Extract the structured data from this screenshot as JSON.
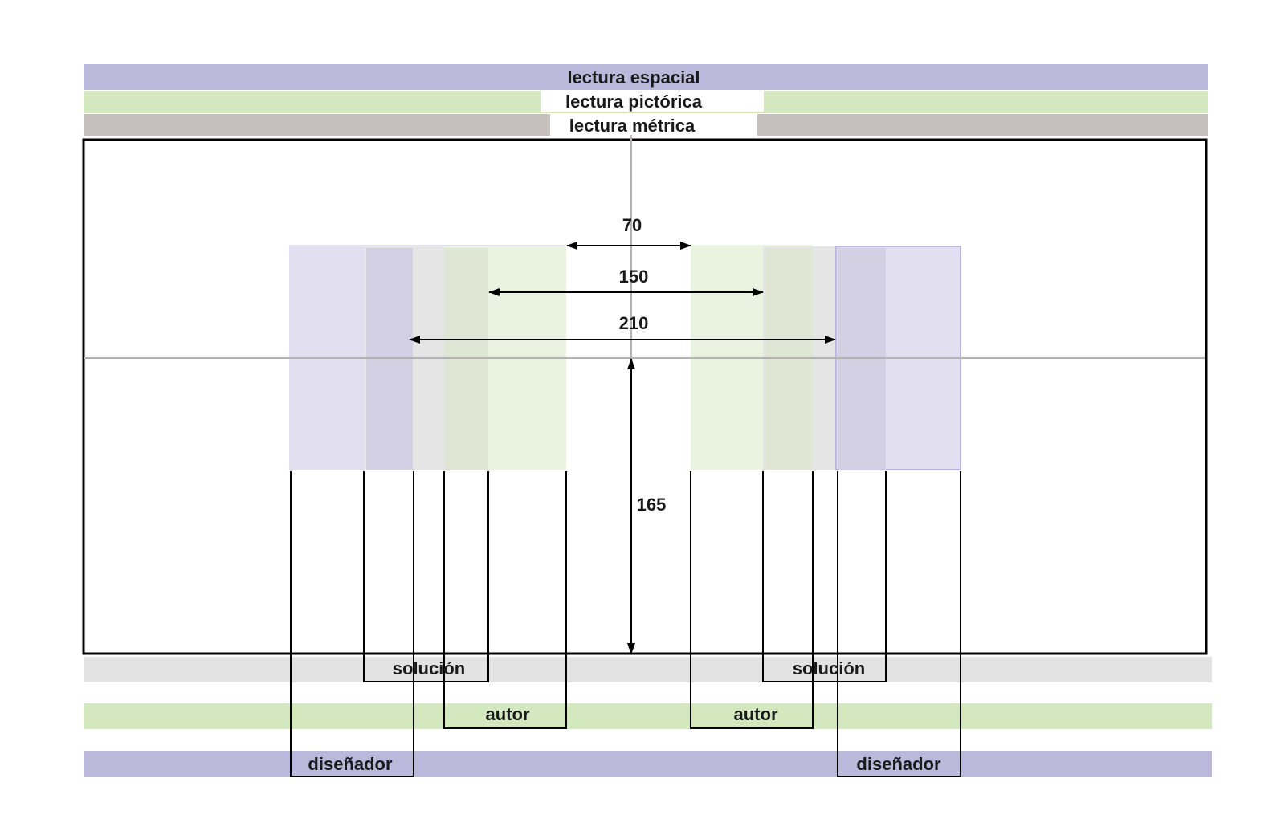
{
  "bands": {
    "espacial": "lectura espacial",
    "pictorica": "lectura pictórica",
    "metrica": "lectura métrica"
  },
  "dimensions": {
    "d70": "70",
    "d150": "150",
    "d210": "210",
    "d165": "165"
  },
  "labels": {
    "solucion_left": "solución",
    "solucion_right": "solución",
    "autor_left": "autor",
    "autor_right": "autor",
    "disenador_left": "diseñador",
    "disenador_right": "diseñador"
  },
  "colors": {
    "espacial": "#bcb8dc",
    "pictorica": "#d3e8be",
    "metrica": "#c7bebe",
    "solucion": "#e4e3e4"
  }
}
